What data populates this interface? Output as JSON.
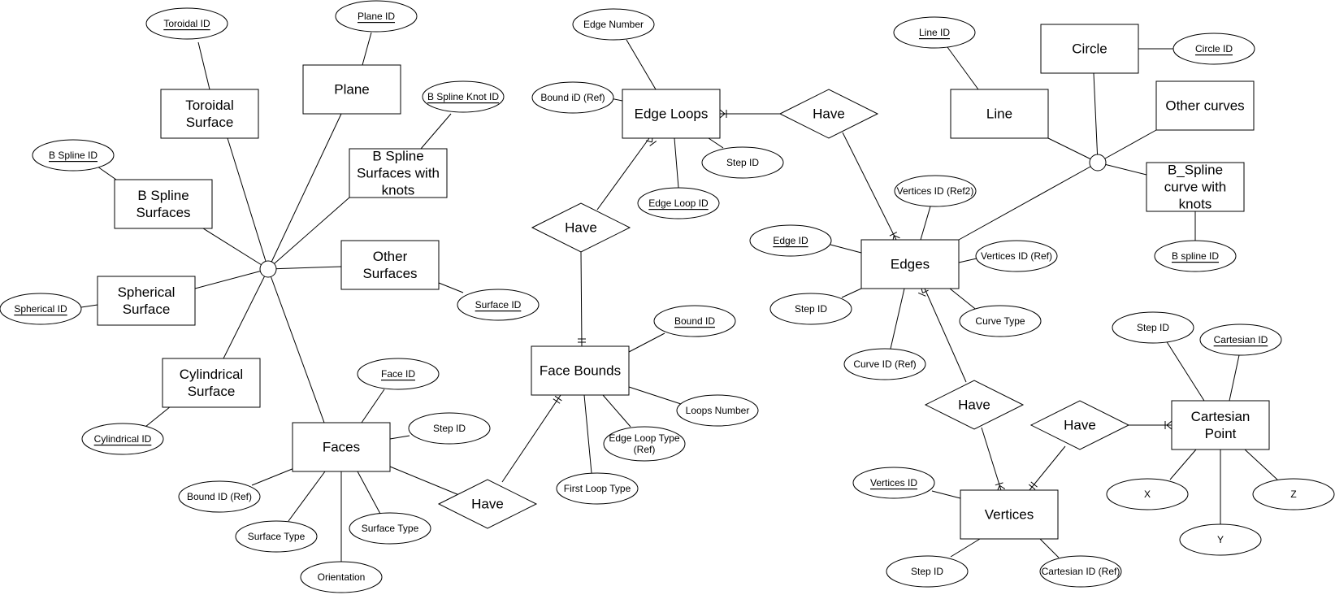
{
  "colors": {
    "stroke": "#000000",
    "fill": "#ffffff",
    "text": "#000000"
  },
  "entities": [
    {
      "id": "toroidal_surface",
      "lines": [
        "Toroidal",
        "Surface"
      ]
    },
    {
      "id": "plane",
      "lines": [
        "Plane"
      ]
    },
    {
      "id": "b_spline_surfaces_knots",
      "lines": [
        "B Spline",
        "Surfaces with",
        "knots"
      ]
    },
    {
      "id": "b_spline_surfaces",
      "lines": [
        "B Spline",
        "Surfaces"
      ]
    },
    {
      "id": "spherical_surface",
      "lines": [
        "Spherical",
        "Surface"
      ]
    },
    {
      "id": "other_surfaces",
      "lines": [
        "Other",
        "Surfaces"
      ]
    },
    {
      "id": "cylindrical_surface",
      "lines": [
        "Cylindrical",
        "Surface"
      ]
    },
    {
      "id": "faces",
      "lines": [
        "Faces"
      ]
    },
    {
      "id": "face_bounds",
      "lines": [
        "Face Bounds"
      ]
    },
    {
      "id": "edge_loops",
      "lines": [
        "Edge Loops"
      ]
    },
    {
      "id": "edges",
      "lines": [
        "Edges"
      ]
    },
    {
      "id": "vertices",
      "lines": [
        "Vertices"
      ]
    },
    {
      "id": "cartesian_point",
      "lines": [
        "Cartesian",
        "Point"
      ]
    },
    {
      "id": "line",
      "lines": [
        "Line"
      ]
    },
    {
      "id": "circle",
      "lines": [
        "Circle"
      ]
    },
    {
      "id": "other_curves",
      "lines": [
        "Other curves"
      ]
    },
    {
      "id": "b_spline_curve_knots",
      "lines": [
        "B_Spline",
        "curve with",
        "knots"
      ]
    }
  ],
  "attributes": [
    {
      "id": "toroidal_id",
      "lines": [
        "Toroidal ID"
      ],
      "key": true
    },
    {
      "id": "plane_id",
      "lines": [
        "Plane ID"
      ],
      "key": true
    },
    {
      "id": "b_spline_knot_id",
      "lines": [
        "B Spline Knot ID"
      ],
      "key": true
    },
    {
      "id": "b_spline_id",
      "lines": [
        "B Spline ID"
      ],
      "key": true
    },
    {
      "id": "spherical_id",
      "lines": [
        "Spherical ID"
      ],
      "key": true
    },
    {
      "id": "surface_id",
      "lines": [
        "Surface ID"
      ],
      "key": true
    },
    {
      "id": "cylindrical_id",
      "lines": [
        "Cylindrical ID"
      ],
      "key": true
    },
    {
      "id": "face_id",
      "lines": [
        "Face ID"
      ],
      "key": true
    },
    {
      "id": "faces_step_id",
      "lines": [
        "Step ID"
      ],
      "key": false
    },
    {
      "id": "faces_bound_id_ref",
      "lines": [
        "Bound ID (Ref)"
      ],
      "key": false
    },
    {
      "id": "surface_type_1",
      "lines": [
        "Surface Type"
      ],
      "key": false
    },
    {
      "id": "surface_type_2",
      "lines": [
        "Surface Type"
      ],
      "key": false
    },
    {
      "id": "orientation",
      "lines": [
        "Orientation"
      ],
      "key": false
    },
    {
      "id": "bound_id",
      "lines": [
        "Bound ID"
      ],
      "key": true
    },
    {
      "id": "loops_number",
      "lines": [
        "Loops Number"
      ],
      "key": false
    },
    {
      "id": "edge_loop_type_ref",
      "lines": [
        "Edge Loop Type",
        "(Ref)"
      ],
      "key": false
    },
    {
      "id": "first_loop_type",
      "lines": [
        "First Loop Type"
      ],
      "key": false
    },
    {
      "id": "edge_number",
      "lines": [
        "Edge Number"
      ],
      "key": false
    },
    {
      "id": "loops_bound_id_ref",
      "lines": [
        "Bound iD (Ref)"
      ],
      "key": false
    },
    {
      "id": "loops_step_id",
      "lines": [
        "Step ID"
      ],
      "key": false
    },
    {
      "id": "edge_loop_id",
      "lines": [
        "Edge Loop ID"
      ],
      "key": true
    },
    {
      "id": "edge_id",
      "lines": [
        "Edge ID"
      ],
      "key": true
    },
    {
      "id": "edges_step_id",
      "lines": [
        "Step ID"
      ],
      "key": false
    },
    {
      "id": "vertices_id_ref2",
      "lines": [
        "Vertices ID (Ref2)"
      ],
      "key": false
    },
    {
      "id": "vertices_id_ref",
      "lines": [
        "Vertices ID (Ref)"
      ],
      "key": false
    },
    {
      "id": "curve_type",
      "lines": [
        "Curve Type"
      ],
      "key": false
    },
    {
      "id": "curve_id_ref",
      "lines": [
        "Curve ID (Ref)"
      ],
      "key": false
    },
    {
      "id": "vertices_id",
      "lines": [
        "Vertices ID"
      ],
      "key": true
    },
    {
      "id": "vertices_step_id",
      "lines": [
        "Step ID"
      ],
      "key": false
    },
    {
      "id": "cartesian_id_ref",
      "lines": [
        "Cartesian ID (Ref)"
      ],
      "key": false
    },
    {
      "id": "cp_step_id",
      "lines": [
        "Step ID"
      ],
      "key": false
    },
    {
      "id": "cartesian_id",
      "lines": [
        "Cartesian ID"
      ],
      "key": true
    },
    {
      "id": "x",
      "lines": [
        "X"
      ],
      "key": false
    },
    {
      "id": "y",
      "lines": [
        "Y"
      ],
      "key": false
    },
    {
      "id": "z",
      "lines": [
        "Z"
      ],
      "key": false
    },
    {
      "id": "line_id",
      "lines": [
        "Line ID"
      ],
      "key": true
    },
    {
      "id": "circle_id",
      "lines": [
        "Circle ID"
      ],
      "key": true
    },
    {
      "id": "b_spline_curve_id",
      "lines": [
        "B spline ID"
      ],
      "key": true
    }
  ],
  "relationships": [
    {
      "id": "have_faces_bounds",
      "label": "Have"
    },
    {
      "id": "have_bounds_loops",
      "label": "Have"
    },
    {
      "id": "have_loops_edges",
      "label": "Have"
    },
    {
      "id": "have_edges_vertices",
      "label": "Have"
    },
    {
      "id": "have_vertices_point",
      "label": "Have"
    }
  ]
}
